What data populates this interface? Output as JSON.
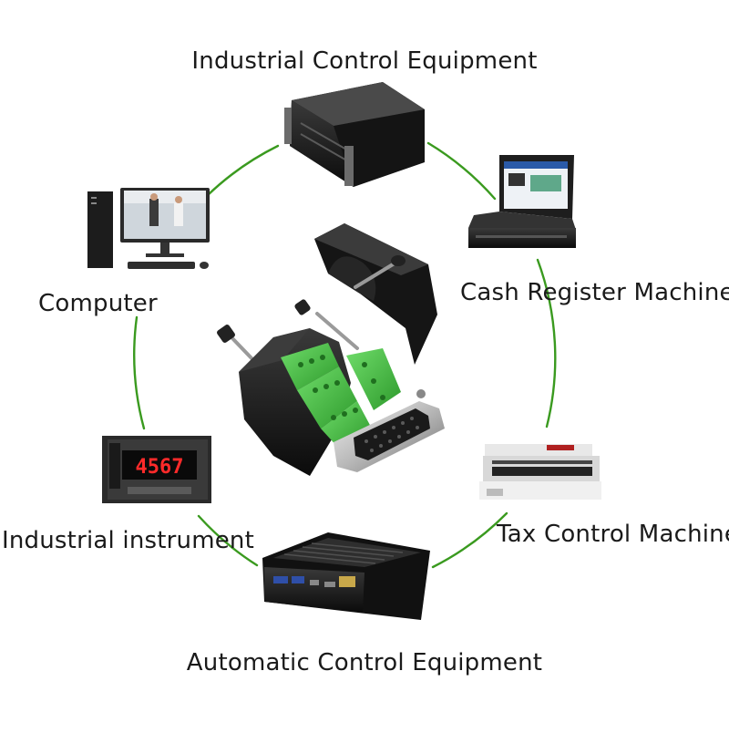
{
  "diagram": {
    "ring_color": "#3a9a1f",
    "nodes": [
      {
        "id": "industrial-control",
        "label": "Industrial Control Equipment",
        "icon": "server-rack-icon"
      },
      {
        "id": "computer",
        "label": "Computer",
        "icon": "desktop-computer-icon"
      },
      {
        "id": "cash-register",
        "label": "Cash Register Machine",
        "icon": "pos-terminal-icon"
      },
      {
        "id": "industrial-instrument",
        "label": "Industrial instrument",
        "icon": "digital-meter-icon"
      },
      {
        "id": "tax-control",
        "label": "Tax Control Machine",
        "icon": "dot-matrix-printer-icon"
      },
      {
        "id": "automatic-control",
        "label": "Automatic Control Equipment",
        "icon": "fanless-pc-icon"
      }
    ],
    "center": {
      "icon": "db25-terminal-breakout-connector-icon"
    },
    "meter_display": "4567"
  }
}
